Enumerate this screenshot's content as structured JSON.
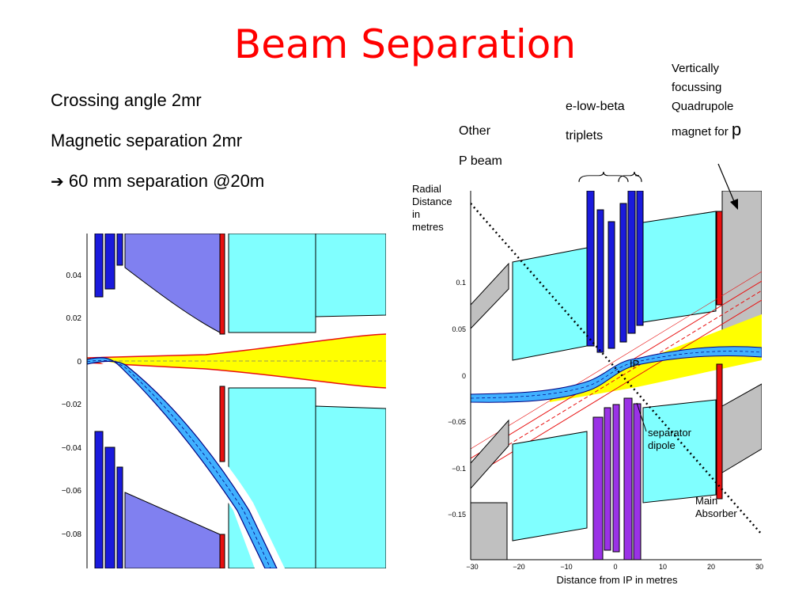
{
  "title": "Beam Separation",
  "bullets": [
    "Crossing angle 2mr",
    "Magnetic separation 2mr",
    "60 mm separation @20m"
  ],
  "arrow_symbol": "➔",
  "labels": {
    "other_p_beam_1": "Other",
    "other_p_beam_2": "P beam",
    "e_low_beta_1": "e-low-beta",
    "e_low_beta_2": "triplets",
    "vq_1": "Vertically",
    "vq_2": "focussing",
    "vq_3": "Quadrupole",
    "vq_4": "magnet for",
    "vq_p": "p",
    "radial_1": "Radial",
    "radial_2": "Distance",
    "radial_3": "in",
    "radial_4": "metres",
    "ip": "IP",
    "separator_1": "separator",
    "separator_2": "dipole",
    "absorber_1": "Main",
    "absorber_2": "Absorber",
    "xlabel": "Distance from IP in metres"
  },
  "left_plot": {
    "yticks": [
      "0.04",
      "0.02",
      "0",
      "−0.02",
      "−0.04",
      "−0.06",
      "−0.08"
    ]
  },
  "right_plot": {
    "yticks": [
      "0.1",
      "0.05",
      "0",
      "−0.05",
      "−0.1",
      "−0.15"
    ],
    "xticks": [
      "−30",
      "−20",
      "−10",
      "0",
      "10",
      "20",
      "30"
    ]
  },
  "colors": {
    "title": "#ff0000",
    "cyan_magnet": "#80ffff",
    "blue_quad": "#1a1adc",
    "violet_quad": "#9a32e6",
    "lavender": "#8080f0",
    "red_absorber": "#e81010",
    "beam_yellow": "#ffff00",
    "gray_block": "#c0c0c0",
    "beam_blue": "#40b0ff"
  }
}
